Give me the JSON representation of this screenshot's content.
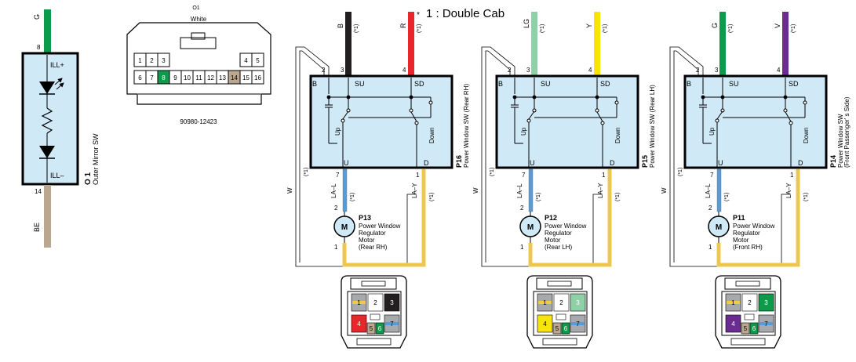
{
  "title": "1 : Double Cab",
  "title_mark": "*",
  "mirror": {
    "code": "O 1",
    "name": "Outer Mirror SW",
    "top_wire": "G",
    "top_pin": "8",
    "bottom_pin": "14",
    "bottom_wire": "BE",
    "ill_plus": "ILL+",
    "ill_minus": "ILL–"
  },
  "connector_o1": {
    "code": "O1",
    "color": "White",
    "part_no": "90980-12423",
    "top_row": [
      "1",
      "2",
      "3",
      "4",
      "5"
    ],
    "bottom_row": [
      "6",
      "7",
      "8",
      "9",
      "10",
      "11",
      "12",
      "13",
      "14",
      "15",
      "16"
    ]
  },
  "star1": "(*1)",
  "switches": [
    {
      "code": "P16",
      "name": "Power Window SW (Rear RH)",
      "name2": "",
      "wire_su": "B",
      "wire_sd": "R",
      "su_color": "#231f20",
      "sd_color": "#e8262b",
      "pin_b": "2",
      "pin_su": "3",
      "pin_sd": "4",
      "lbl_b": "B",
      "lbl_su": "SU",
      "lbl_sd": "SD",
      "lbl_u": "U",
      "lbl_d": "D",
      "lbl_up": "Up",
      "lbl_down": "Down",
      "pin_u": "7",
      "pin_d": "1",
      "wire_u": "LA–L",
      "wire_d": "LA–Y",
      "wire_w": "W",
      "motor_code": "P13",
      "motor_name": [
        "Power Window",
        "Regulator",
        "Motor",
        "(Rear RH)"
      ],
      "motor_pin_top": "2",
      "motor_pin_bottom": "1",
      "motor_symbol": "M",
      "conn_pins": [
        "1",
        "2",
        "3",
        "4",
        "5",
        "6",
        "7"
      ]
    },
    {
      "code": "P15",
      "name": "Power Window SW (Rear LH)",
      "name2": "",
      "wire_su": "LG",
      "wire_sd": "Y",
      "su_color": "#8fd0a6",
      "sd_color": "#f6e40a",
      "pin_b": "2",
      "pin_su": "3",
      "pin_sd": "4",
      "lbl_b": "B",
      "lbl_su": "SU",
      "lbl_sd": "SD",
      "lbl_u": "U",
      "lbl_d": "D",
      "lbl_up": "Up",
      "lbl_down": "Down",
      "pin_u": "7",
      "pin_d": "1",
      "wire_u": "LA–L",
      "wire_d": "LA–Y",
      "wire_w": "W",
      "motor_code": "P12",
      "motor_name": [
        "Power Window",
        "Regulator",
        "Motor",
        "(Rear LH)"
      ],
      "motor_pin_top": "2",
      "motor_pin_bottom": "1",
      "motor_symbol": "M",
      "conn_pins": [
        "1",
        "2",
        "3",
        "4",
        "5",
        "6",
        "7"
      ]
    },
    {
      "code": "P14",
      "name": "Power Window SW",
      "name2": "(Front Passenger' s Side)",
      "wire_su": "G",
      "wire_sd": "V",
      "su_color": "#0c9b4a",
      "sd_color": "#6b2c91",
      "pin_b": "2",
      "pin_su": "3",
      "pin_sd": "4",
      "lbl_b": "B",
      "lbl_su": "SU",
      "lbl_sd": "SD",
      "lbl_u": "U",
      "lbl_d": "D",
      "lbl_up": "Up",
      "lbl_down": "Down",
      "pin_u": "7",
      "pin_d": "1",
      "wire_u": "LA–L",
      "wire_d": "LA–Y",
      "wire_w": "W",
      "motor_code": "P11",
      "motor_name": [
        "Power Window",
        "Regulator",
        "Motor",
        "(Front RH)"
      ],
      "motor_pin_top": "2",
      "motor_pin_bottom": "1",
      "motor_symbol": "M",
      "conn_pins": [
        "1",
        "2",
        "3",
        "4",
        "5",
        "6",
        "7"
      ]
    }
  ],
  "colors": {
    "box_fill": "#cfe9f6",
    "green": "#0c9b4a",
    "beige": "#b9a88f",
    "blue_wire": "#5b9bd5",
    "yellow_wire": "#f3c846",
    "gray_cell": "#a7a9ac",
    "light_gray": "#d9d9d9"
  }
}
